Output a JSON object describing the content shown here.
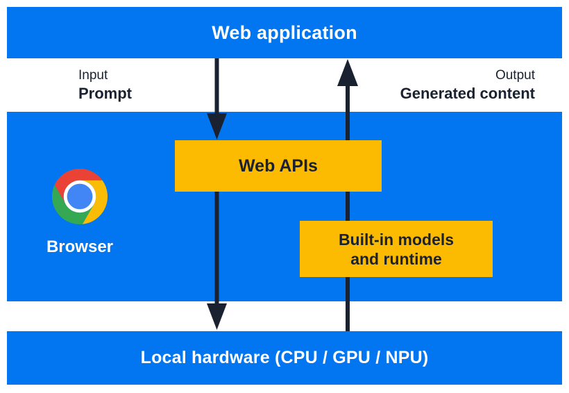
{
  "colors": {
    "band_blue": "#0276f0",
    "box_yellow": "#fcbb00",
    "ink_dark": "#1a2130",
    "white_text": "#ffffff",
    "chrome_red": "#ea4335",
    "chrome_yellow": "#fbbc05",
    "chrome_green": "#34a853",
    "chrome_blue": "#4285f4"
  },
  "top_band": {
    "label": "Web application"
  },
  "io_labels": {
    "input_caption": "Input",
    "input_value": "Prompt",
    "output_caption": "Output",
    "output_value": "Generated content"
  },
  "browser_section": {
    "logo_icon": "chrome-logo",
    "label": "Browser"
  },
  "boxes": {
    "web_apis": {
      "label": "Web APIs"
    },
    "builtin": {
      "line1": "Built-in models",
      "line2": "and runtime"
    }
  },
  "bottom_band": {
    "label": "Local hardware (CPU / GPU / NPU)"
  },
  "arrows": {
    "down": "prompt-flow-from-web-app-to-web-apis-and-hardware",
    "up": "generated-content-flow-from-hardware-to-web-app"
  }
}
